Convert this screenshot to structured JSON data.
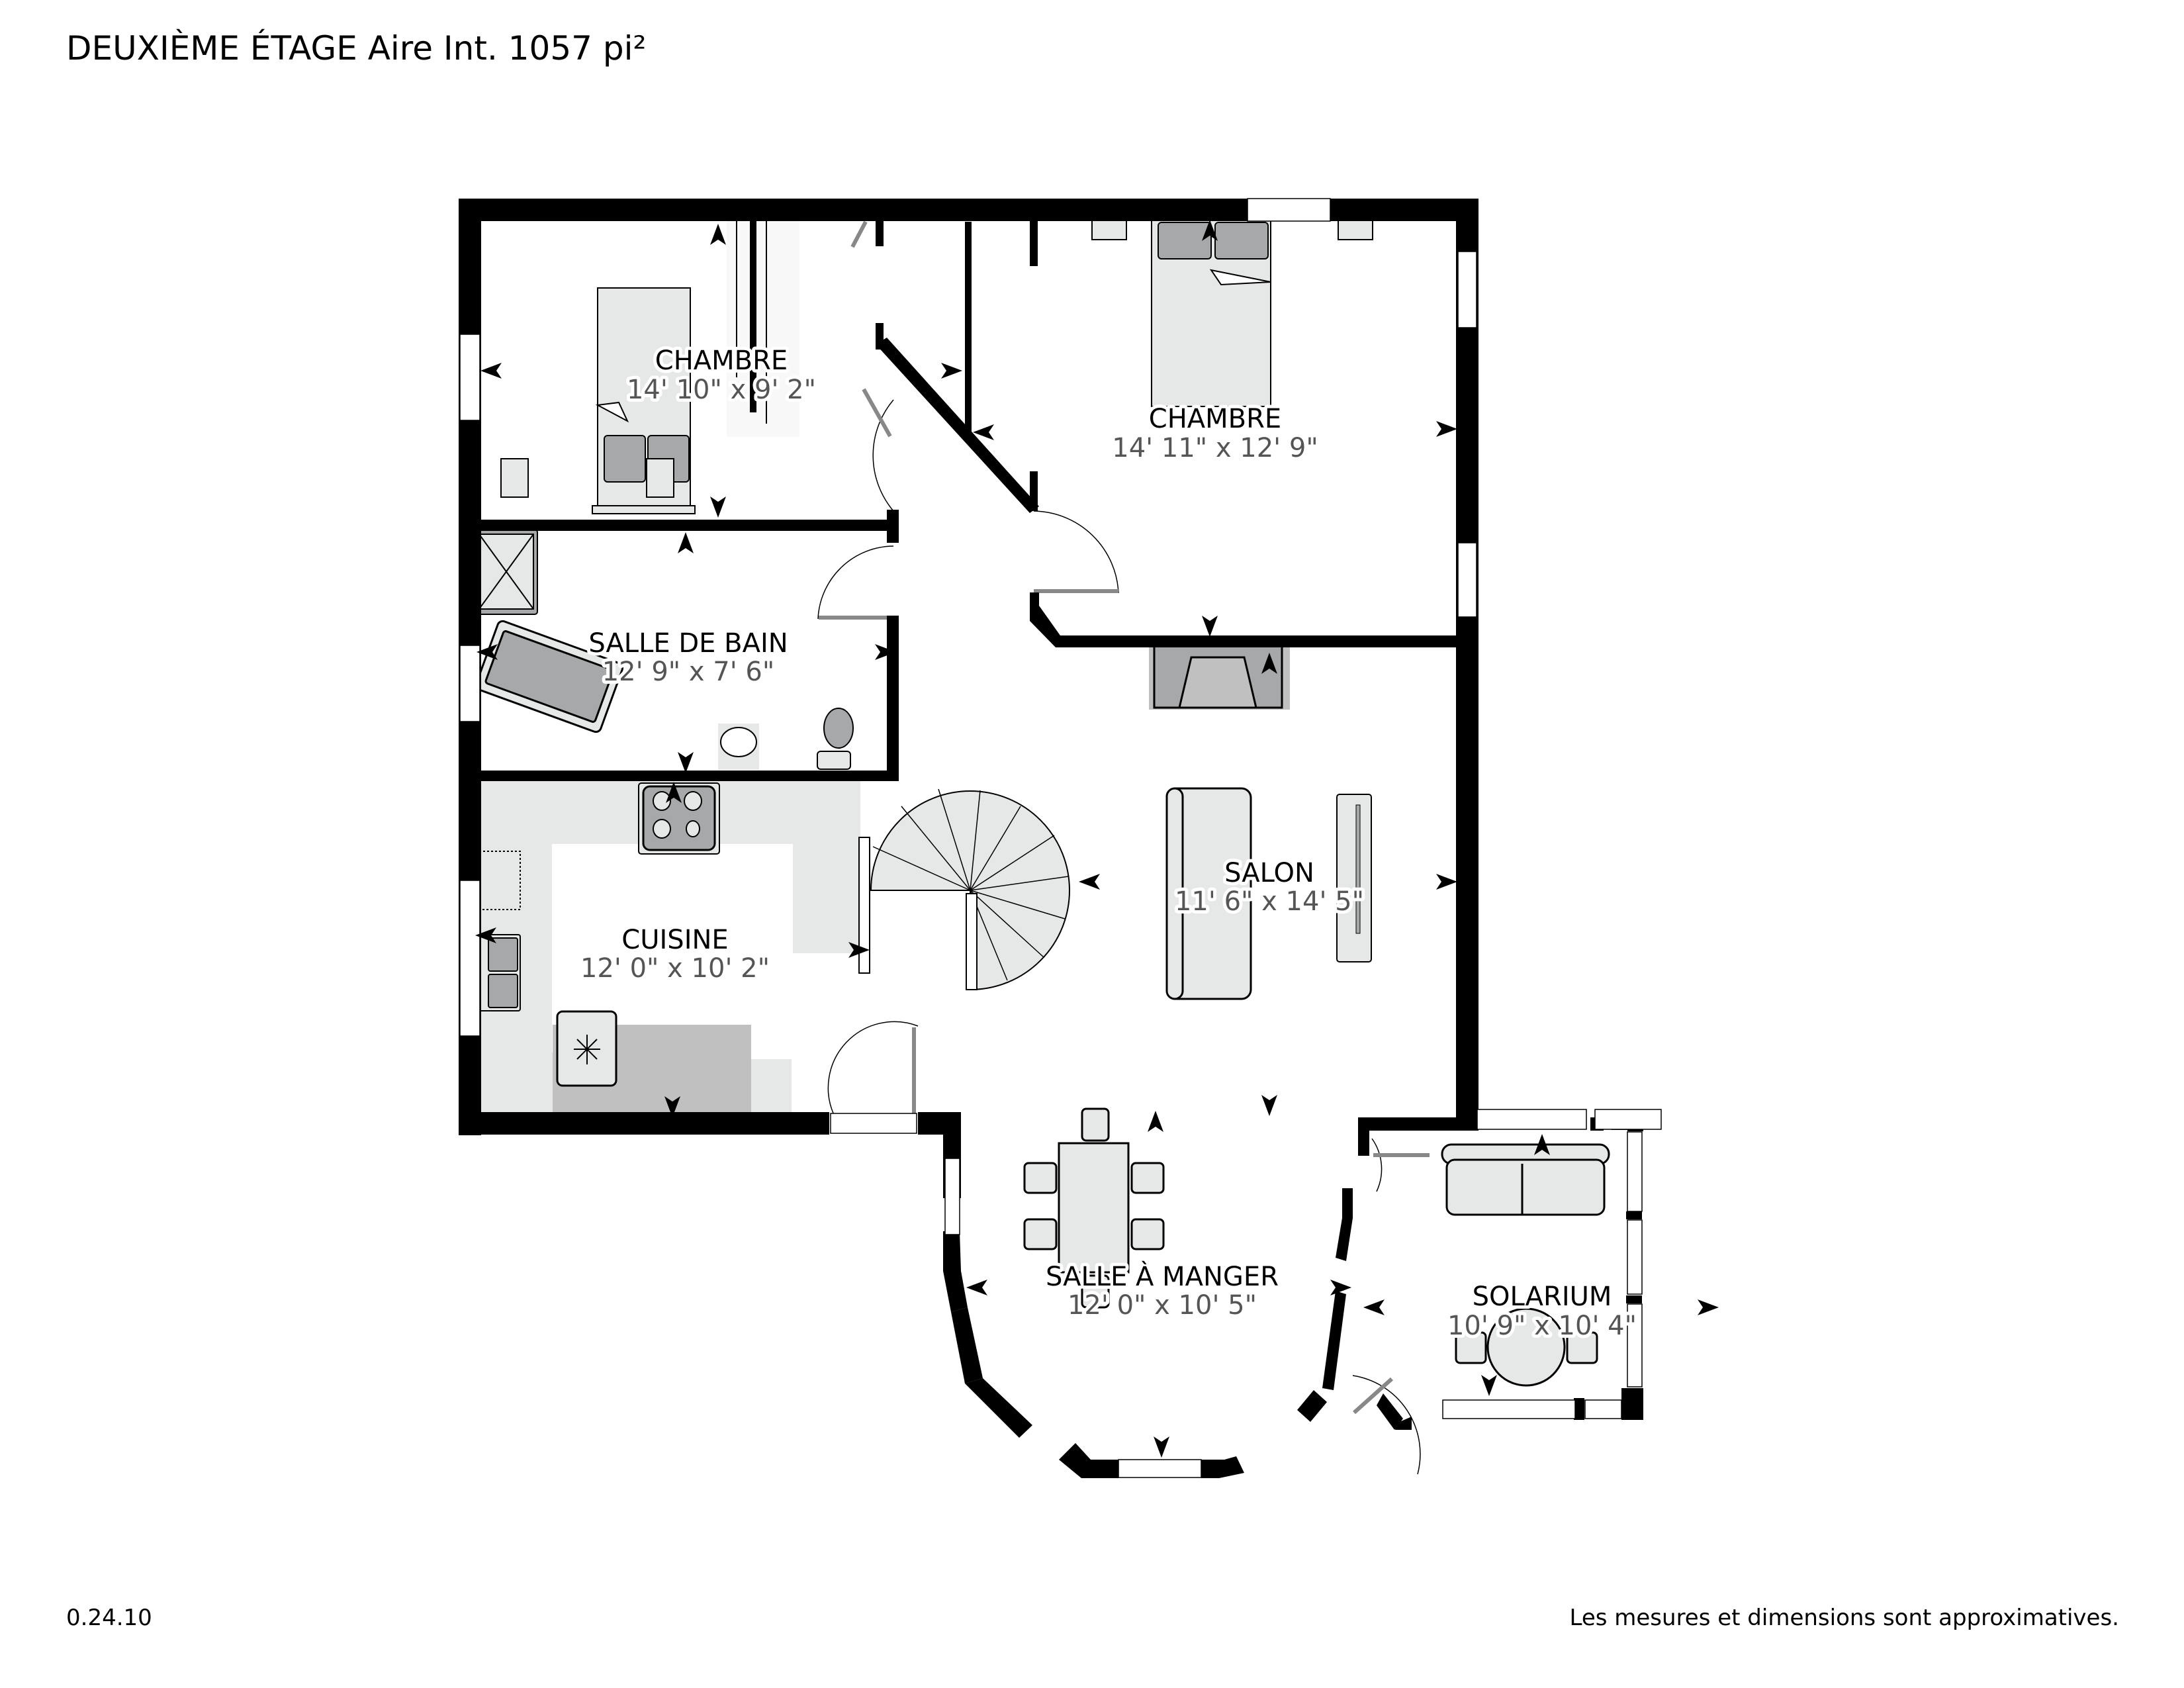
{
  "header": {
    "title": "DEUXIÈME ÉTAGE Aire Int. 1057 pi²"
  },
  "footer": {
    "version": "0.24.10",
    "disclaimer": "Les mesures et dimensions sont approximatives."
  },
  "colors": {
    "wall": "#000000",
    "furniture_fill": "#e6e7e7",
    "furniture_dark": "#a7a8aa",
    "counter": "#e6e7e7",
    "dimension_text": "#555555",
    "label_text": "#000000"
  },
  "rooms": [
    {
      "id": "chambre-1",
      "name": "CHAMBRE",
      "dimensions": "14' 10\" x 9' 2\""
    },
    {
      "id": "chambre-2",
      "name": "CHAMBRE",
      "dimensions": "14' 11\" x 12' 9\""
    },
    {
      "id": "salle-de-bain",
      "name": "SALLE DE BAIN",
      "dimensions": "12' 9\" x 7' 6\""
    },
    {
      "id": "cuisine",
      "name": "CUISINE",
      "dimensions": "12' 0\" x 10' 2\""
    },
    {
      "id": "salon",
      "name": "SALON",
      "dimensions": "11' 6\" x 14' 5\""
    },
    {
      "id": "salle-a-manger",
      "name": "SALLE À MANGER",
      "dimensions": "12' 0\" x 10' 5\""
    },
    {
      "id": "solarium",
      "name": "SOLARIUM",
      "dimensions": "10' 9\" x 10' 4\""
    }
  ]
}
